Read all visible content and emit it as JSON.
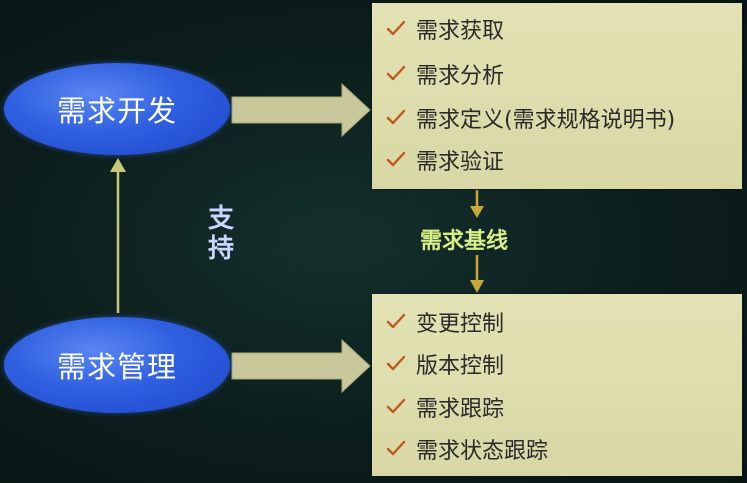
{
  "nodes": {
    "development": {
      "label": "需求开发"
    },
    "management": {
      "label": "需求管理"
    }
  },
  "support_label": {
    "char1": "支",
    "char2": "持"
  },
  "baseline_label": "需求基线",
  "development_activities": [
    {
      "label": "需求获取"
    },
    {
      "label": "需求分析"
    },
    {
      "label": "需求定义(需求规格说明书)"
    },
    {
      "label": "需求验证"
    }
  ],
  "management_activities": [
    {
      "label": "变更控制"
    },
    {
      "label": "版本控制"
    },
    {
      "label": "需求跟踪"
    },
    {
      "label": "需求状态跟踪"
    }
  ],
  "colors": {
    "ellipse": "#2f5fe0",
    "box": "#dcdcaa",
    "arrow": "#c8c89a",
    "check": "#c2571e",
    "baseline_text": "#d8ef86",
    "support_text": "#c9d6ff"
  },
  "icons": {
    "check": "check-icon",
    "arrow": "arrow-icon"
  }
}
